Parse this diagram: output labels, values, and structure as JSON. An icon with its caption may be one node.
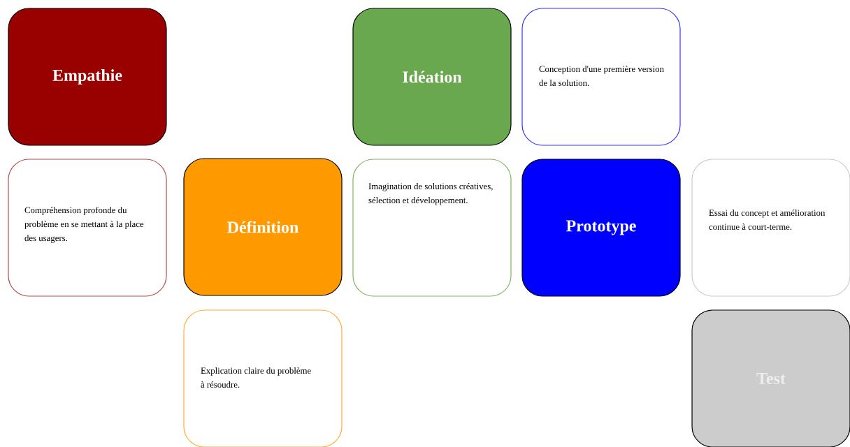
{
  "diagram": {
    "nodes": [
      {
        "text": [
          "Empathie"
        ]
      },
      {
        "text": [
          "Idéation"
        ]
      },
      {
        "text": [
          "Conception d'une première version de la solution."
        ]
      },
      {
        "text": [
          "Compréhension profonde du problème en se mettant à la place des usagers."
        ]
      },
      {
        "text": [
          "Définition"
        ]
      },
      {
        "text": [
          "Imagination de solutions créatives, sélection et développement."
        ]
      },
      {
        "text": [
          "Prototype"
        ]
      },
      {
        "text": [
          "Essai du concept et amélioration continue à court-terme."
        ]
      },
      {
        "text": [
          "Explication claire du problème à résoudre."
        ]
      },
      {
        "text": [
          "Test"
        ]
      }
    ]
  }
}
